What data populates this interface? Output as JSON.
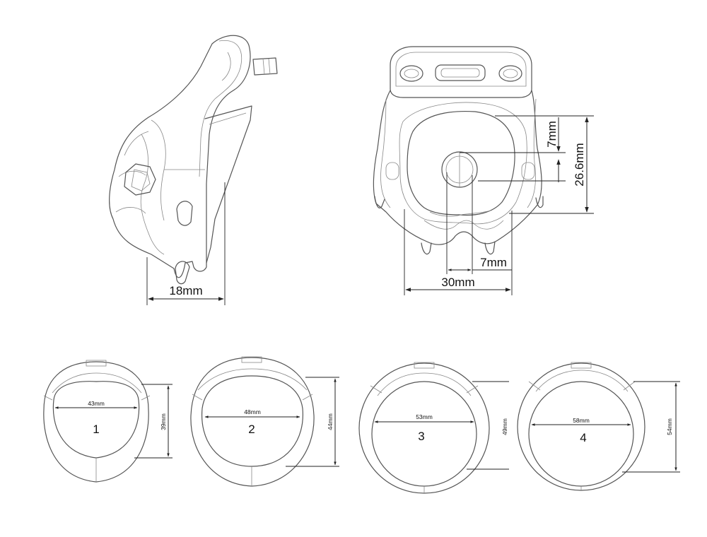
{
  "side_view": {
    "width_label": "18mm"
  },
  "front_view": {
    "height_label": "26.6mm",
    "offset_label": "7mm",
    "hole_label": "7mm",
    "width_label": "30mm"
  },
  "rings": [
    {
      "number": "1",
      "width_label": "43mm",
      "height_label": "39mm"
    },
    {
      "number": "2",
      "width_label": "48mm",
      "height_label": "44mm"
    },
    {
      "number": "3",
      "width_label": "53mm",
      "height_label": "49mm"
    },
    {
      "number": "4",
      "width_label": "58mm",
      "height_label": "54mm"
    }
  ]
}
